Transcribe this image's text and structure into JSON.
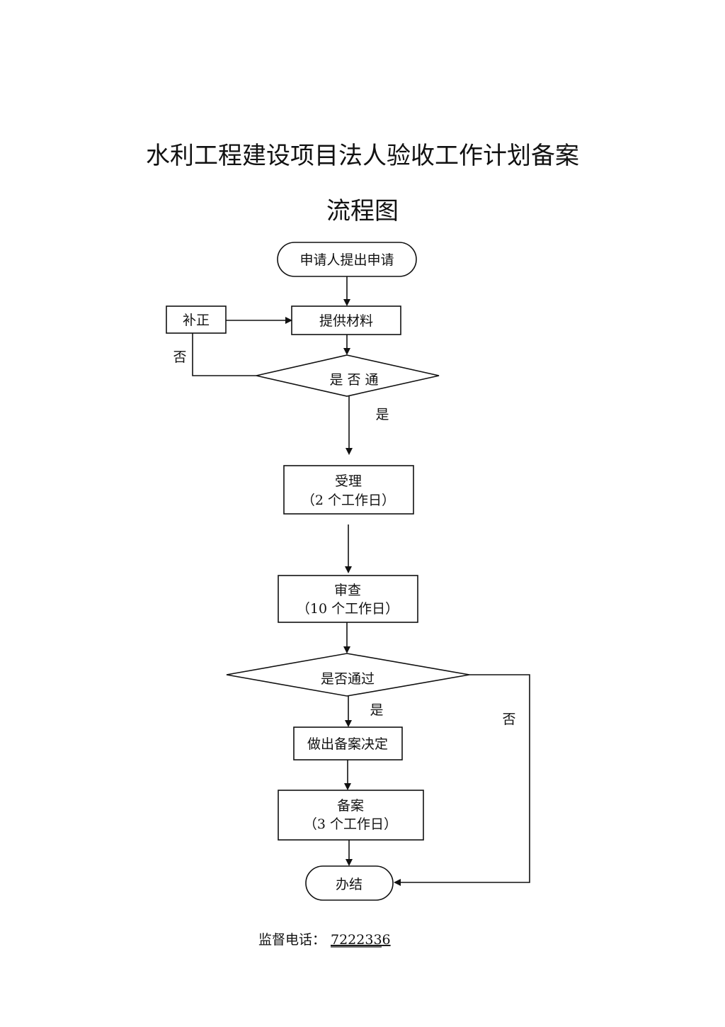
{
  "title": {
    "line1": "水利工程建设项目法人验收工作计划备案",
    "line2": "流程图"
  },
  "nodes": {
    "apply": "申请人提出申请",
    "provide": "提供材料",
    "correct": "补正",
    "decision1": "是 否 通",
    "accept": "受理",
    "accept_time": "（2 个工作日）",
    "review": "审查",
    "review_time": "（10 个工作日）",
    "decision2": "是否通过",
    "decide": "做出备案决定",
    "record": "备案",
    "record_time": "（3 个工作日）",
    "end": "办结"
  },
  "edges": {
    "no_label_1": "否",
    "yes_label_1": "是",
    "yes_label_2": "是",
    "no_label_2": "否"
  },
  "footer": {
    "label": "监督电话：",
    "phone": "7222336"
  }
}
